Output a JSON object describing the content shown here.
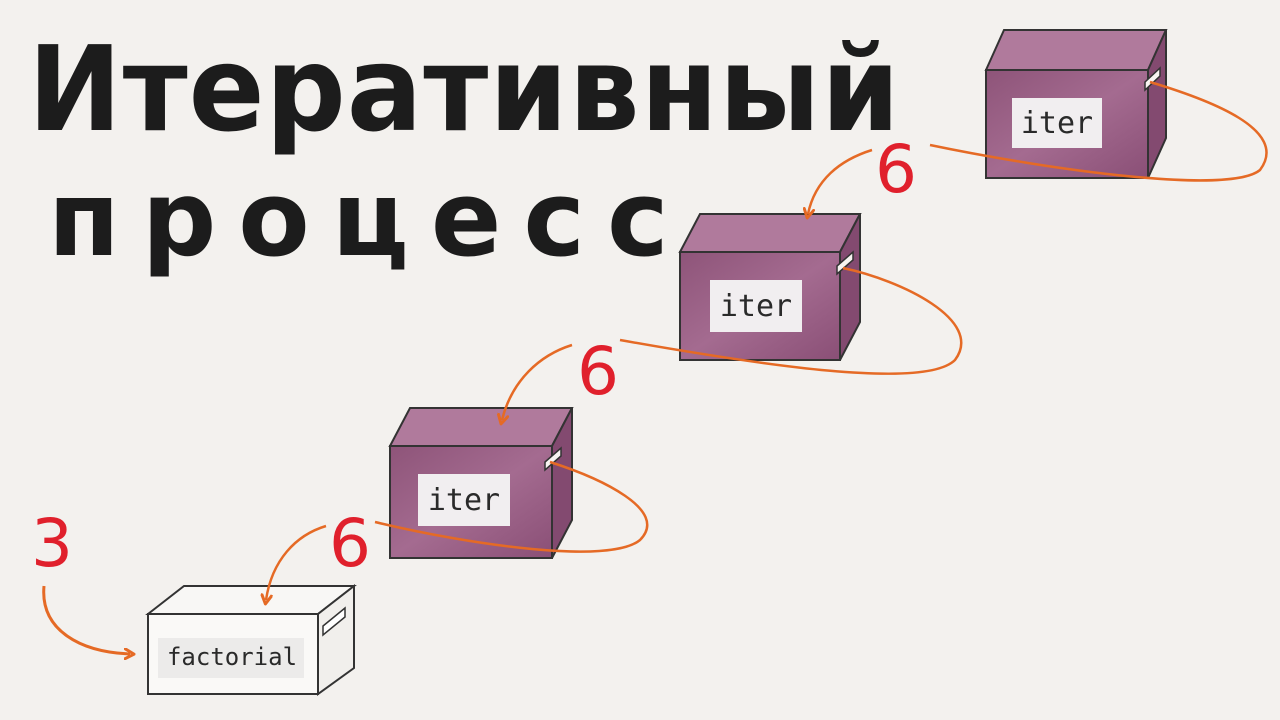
{
  "title": {
    "line1": "Итеративный",
    "line2": "процесс"
  },
  "input_value": "3",
  "boxes": [
    {
      "label": "factorial"
    },
    {
      "label": "iter"
    },
    {
      "label": "iter"
    },
    {
      "label": "iter"
    }
  ],
  "return_values": [
    "6",
    "6",
    "6"
  ],
  "colors": {
    "background": "#f3f1ee",
    "box_fill": "#9a5e86",
    "arrow": "#e56a25",
    "value": "#e0202c",
    "ink": "#1c1c1c"
  }
}
